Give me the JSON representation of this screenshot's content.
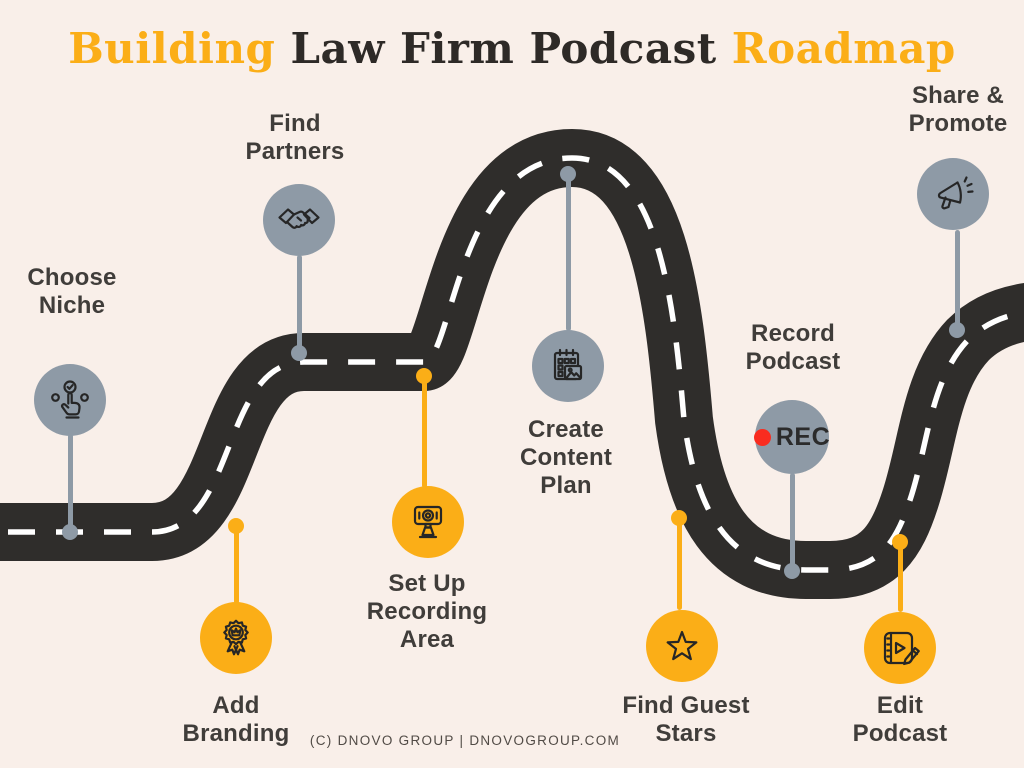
{
  "title": {
    "part1": "Building",
    "part2": " Law Firm Podcast ",
    "part3": "Roadmap"
  },
  "footer": {
    "copyright": "(C) DNOVO GROUP | DNOVOGROUP.COM"
  },
  "colors": {
    "background": "#f9efe9",
    "road": "#2f2d2b",
    "road_dash": "#ffffff",
    "slate": "#8e9aa6",
    "amber": "#fbae17",
    "rec_red": "#f92c1f",
    "label_text": "#403d3a",
    "title_accent": "#fbae17",
    "title_dark": "#2e2a27"
  },
  "rec": {
    "text": "REC"
  },
  "milestones": [
    {
      "label": "Choose\nNiche",
      "icon": "select-hand-icon",
      "theme": "slate"
    },
    {
      "label": "Find\nPartners",
      "icon": "handshake-icon",
      "theme": "slate"
    },
    {
      "label": "Add\nBranding",
      "icon": "badge-icon",
      "theme": "amber"
    },
    {
      "label": "Set Up\nRecording\nArea",
      "icon": "webcam-icon",
      "theme": "amber"
    },
    {
      "label": "Create\nContent\nPlan",
      "icon": "calendar-icon",
      "theme": "slate"
    },
    {
      "label": "Find Guest\nStars",
      "icon": "star-icon",
      "theme": "amber"
    },
    {
      "label": "Record\nPodcast",
      "icon": "rec-indicator",
      "theme": "slate"
    },
    {
      "label": "Edit\nPodcast",
      "icon": "video-edit-icon",
      "theme": "amber"
    },
    {
      "label": "Share &\nPromote",
      "icon": "megaphone-icon",
      "theme": "slate"
    }
  ]
}
